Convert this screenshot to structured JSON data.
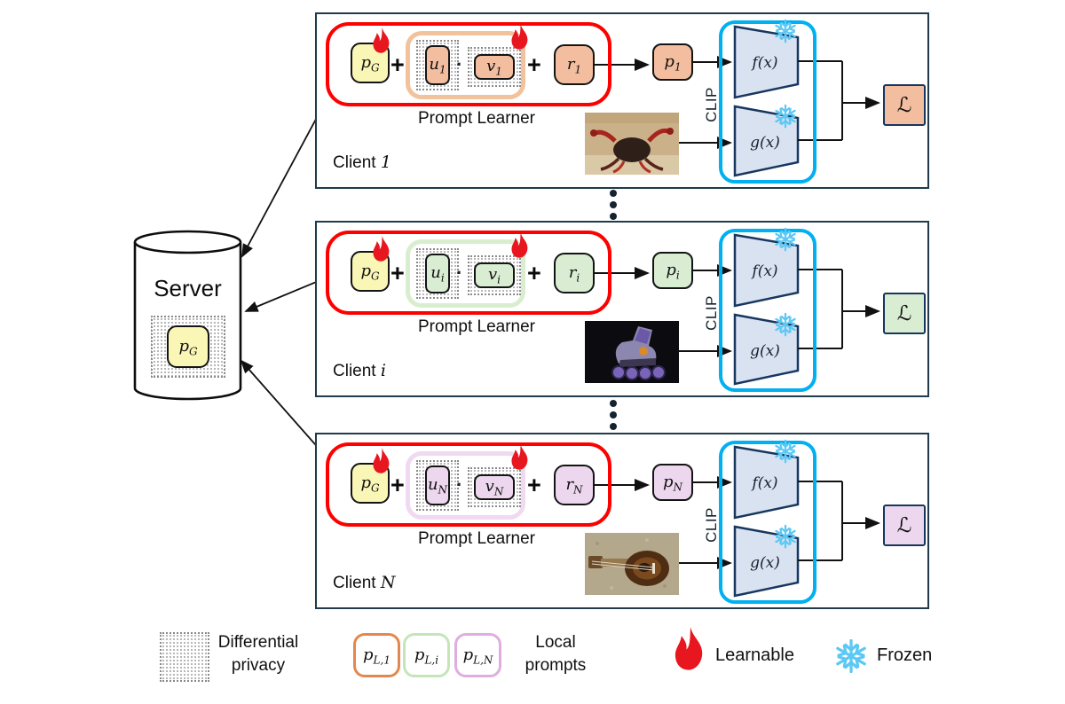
{
  "server": {
    "label": "Server",
    "prompt": {
      "base": "p",
      "sub": "G"
    }
  },
  "shared": {
    "prompt_learner_label": "Prompt Learner",
    "clip_label": "CLIP",
    "text_encoder_label": "f(x)",
    "image_encoder_label": "g(x)",
    "loss_label": "ℒ",
    "plus": "+",
    "dot": "·"
  },
  "clients": [
    {
      "name_prefix": "Client",
      "name_sub": "1",
      "p_g": {
        "base": "p",
        "sub": "G"
      },
      "u": {
        "base": "u",
        "sub": "1"
      },
      "v": {
        "base": "v",
        "sub": "1"
      },
      "r": {
        "base": "r",
        "sub": "1"
      },
      "p": {
        "base": "p",
        "sub": "1"
      },
      "photo": "crab",
      "colors": {
        "fill": "#F3BD9F",
        "container_border": "#F2C29C"
      }
    },
    {
      "name_prefix": "Client",
      "name_sub": "i",
      "p_g": {
        "base": "p",
        "sub": "G"
      },
      "u": {
        "base": "u",
        "sub": "i"
      },
      "v": {
        "base": "v",
        "sub": "i"
      },
      "r": {
        "base": "r",
        "sub": "i"
      },
      "p": {
        "base": "p",
        "sub": "i"
      },
      "photo": "inline-skate",
      "colors": {
        "fill": "#D9EDD3",
        "container_border": "#D8EECF"
      }
    },
    {
      "name_prefix": "Client",
      "name_sub": "N",
      "p_g": {
        "base": "p",
        "sub": "G"
      },
      "u": {
        "base": "u",
        "sub": "N"
      },
      "v": {
        "base": "v",
        "sub": "N"
      },
      "r": {
        "base": "r",
        "sub": "N"
      },
      "p": {
        "base": "p",
        "sub": "N"
      },
      "photo": "mandolin",
      "colors": {
        "fill": "#EDD7EE",
        "container_border": "#F0D9F1"
      }
    }
  ],
  "legend": {
    "differential_privacy": {
      "line1": "Differential",
      "line2": "privacy"
    },
    "local_prompts": {
      "line1": "Local",
      "line2": "prompts"
    },
    "local_prompt_boxes": [
      {
        "base": "p",
        "sub": "L,1",
        "border": "#E2884E"
      },
      {
        "base": "p",
        "sub": "L,i",
        "border": "#C3E5B9"
      },
      {
        "base": "p",
        "sub": "L,N",
        "border": "#DFAEDF"
      }
    ],
    "learnable_label": "Learnable",
    "frozen_label": "Frozen"
  },
  "colors": {
    "panel_border": "#1F3B4D",
    "red_outline": "#FE0000",
    "clip_border": "#00B0F0",
    "encoder_fill": "#D9E2F0",
    "encoder_border": "#17375E",
    "global_prompt_fill": "#FAF6B6",
    "flame": "#E8161E",
    "snowflake": "#5BC8F5"
  },
  "icons": {
    "learnable": "flame-icon",
    "frozen": "snowflake-icon",
    "between_clients": "vertical-ellipsis-dots",
    "differential_privacy": "stippled-square"
  }
}
